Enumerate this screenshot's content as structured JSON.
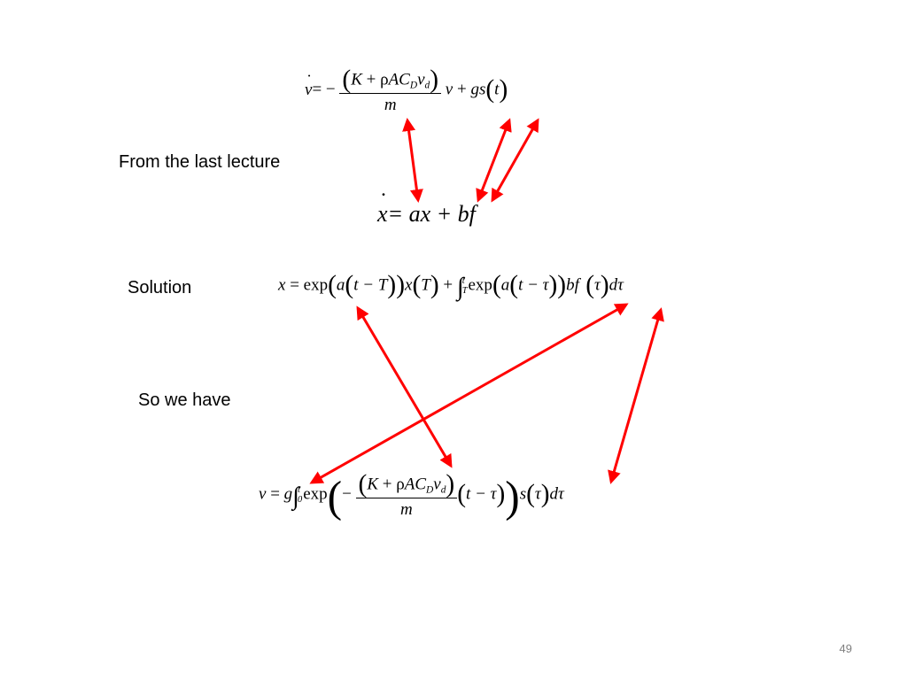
{
  "labels": {
    "from_last_lecture": "From the last lecture",
    "solution": "Solution",
    "so_we_have": "So we have"
  },
  "equation1": {
    "lhs": "v",
    "eq_minus": "= −",
    "numerator": [
      "(",
      "K",
      " + ρ",
      "AC",
      "D",
      "v",
      "d",
      ")"
    ],
    "denominator": "m",
    "rhs": [
      "v",
      " + ",
      "gs",
      "(",
      "t",
      ")"
    ]
  },
  "equation2": {
    "lhs": "x",
    "rhs": "= ax + bf"
  },
  "equation3": {
    "parts": [
      "x",
      " = exp",
      "(",
      "a",
      "(",
      "t",
      " − T",
      ")",
      ")",
      "x",
      "(",
      "T",
      ")",
      " + ",
      "∫",
      "t",
      "T",
      "exp",
      "(",
      "a",
      "(",
      "t",
      " − τ",
      ")",
      ")",
      "bf",
      " (",
      "τ",
      ")",
      "dτ"
    ]
  },
  "equation4": {
    "parts": [
      "v",
      " = ",
      "g",
      "∫",
      "t",
      "0",
      "exp",
      "(",
      "−",
      "(",
      "K",
      " + ρ",
      "AC",
      "D",
      "v",
      "d",
      ")",
      "m",
      "(",
      "t",
      " − τ",
      ")",
      ")",
      "s",
      "(",
      "τ",
      ")",
      "dτ"
    ]
  },
  "page_number": "49",
  "colors": {
    "arrow": "#ff0000",
    "text": "#000000",
    "page_number": "#7f7f7f"
  }
}
